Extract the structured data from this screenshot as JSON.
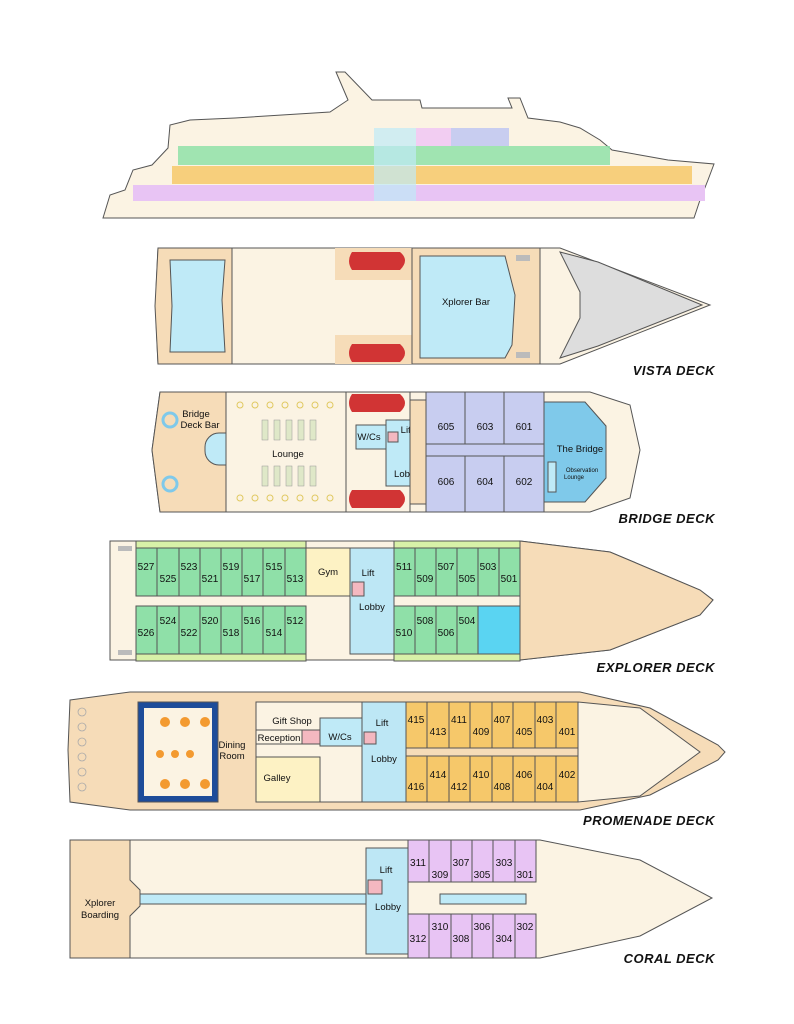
{
  "colors": {
    "hull": "#fbf3e3",
    "deck_wood": "#f6dcb8",
    "stroke": "#555555",
    "vista": "#bfeaf7",
    "bridge_deck": "#c8cdf0",
    "explorer": "#8fe0a8",
    "promenade": "#f6c86a",
    "coral": "#e8c4f4",
    "lobby": "#bde7f5",
    "lift": "#f4b8c0",
    "lifeboat": "#d13434",
    "gym": "#fdf2c4",
    "dining": "#1d4c9a",
    "bridge_room": "#7fc9ea",
    "suite": "#5ad4f2"
  },
  "vista": {
    "deck_name": "VISTA DECK",
    "bar": "Xplorer Bar"
  },
  "bridge": {
    "deck_name": "BRIDGE DECK",
    "deck_bar_1": "Bridge",
    "deck_bar_2": "Deck Bar",
    "lounge": "Lounge",
    "wcs": "W/Cs",
    "lift": "Lift",
    "lobby": "Lobby",
    "the_bridge": "The Bridge",
    "obs_1": "Observation",
    "obs_2": "Lounge",
    "cabins_top": [
      "605",
      "603",
      "601"
    ],
    "cabins_bottom": [
      "606",
      "604",
      "602"
    ]
  },
  "explorer": {
    "deck_name": "EXPLORER DECK",
    "gym": "Gym",
    "lift": "Lift",
    "lobby": "Lobby",
    "aft_top": [
      "527",
      "525",
      "523",
      "521",
      "519",
      "517",
      "515",
      "513"
    ],
    "aft_bottom": [
      "526",
      "524",
      "522",
      "520",
      "518",
      "516",
      "514",
      "512"
    ],
    "fwd_top": [
      "511",
      "509",
      "507",
      "505",
      "503",
      "501"
    ],
    "fwd_bottom": [
      "510",
      "508",
      "506",
      "504"
    ]
  },
  "promenade": {
    "deck_name": "PROMENADE DECK",
    "dining_1": "Dining",
    "dining_2": "Room",
    "gift_shop": "Gift Shop",
    "reception": "Reception",
    "wcs": "W/Cs",
    "galley": "Galley",
    "lift": "Lift",
    "lobby": "Lobby",
    "top": [
      "415",
      "413",
      "411",
      "409",
      "407",
      "405",
      "403",
      "401"
    ],
    "bottom": [
      "416",
      "414",
      "412",
      "410",
      "408",
      "406",
      "404",
      "402"
    ]
  },
  "coral": {
    "deck_name": "CORAL DECK",
    "boarding_1": "Xplorer",
    "boarding_2": "Boarding",
    "lift": "Lift",
    "lobby": "Lobby",
    "top": [
      "311",
      "309",
      "307",
      "305",
      "303",
      "301"
    ],
    "bottom": [
      "312",
      "310",
      "308",
      "306",
      "304",
      "302"
    ]
  }
}
